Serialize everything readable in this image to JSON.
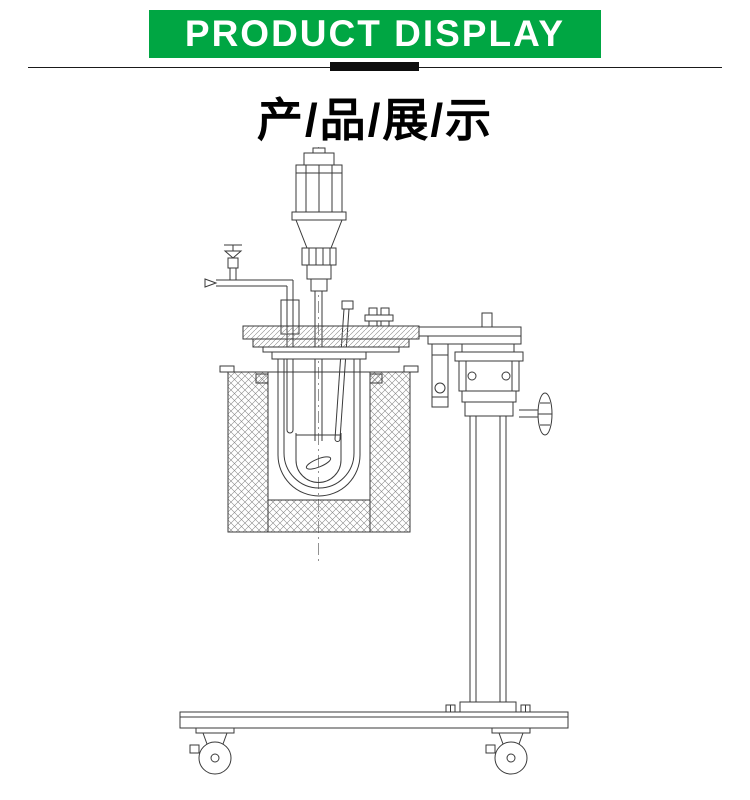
{
  "banner": {
    "label": "PRODUCT DISPLAY",
    "bg_color": "#00a643",
    "text_color": "#ffffff"
  },
  "divider": {
    "line_color": "#1a1a1a",
    "accent_bar_color": "#0d0d0d"
  },
  "subtitle": {
    "text": "产/品/展/示"
  },
  "drawing": {
    "alt": "Technical line drawing of a stirred lab reactor: stirrer motor and chuck on top, feed valve and pipe, flanged lid, glass vessel with anchor impeller inside a cross-hatched heating mantle, lifting column stand with handwheel, base plate with casters",
    "line_color": "#3a3a3a"
  }
}
